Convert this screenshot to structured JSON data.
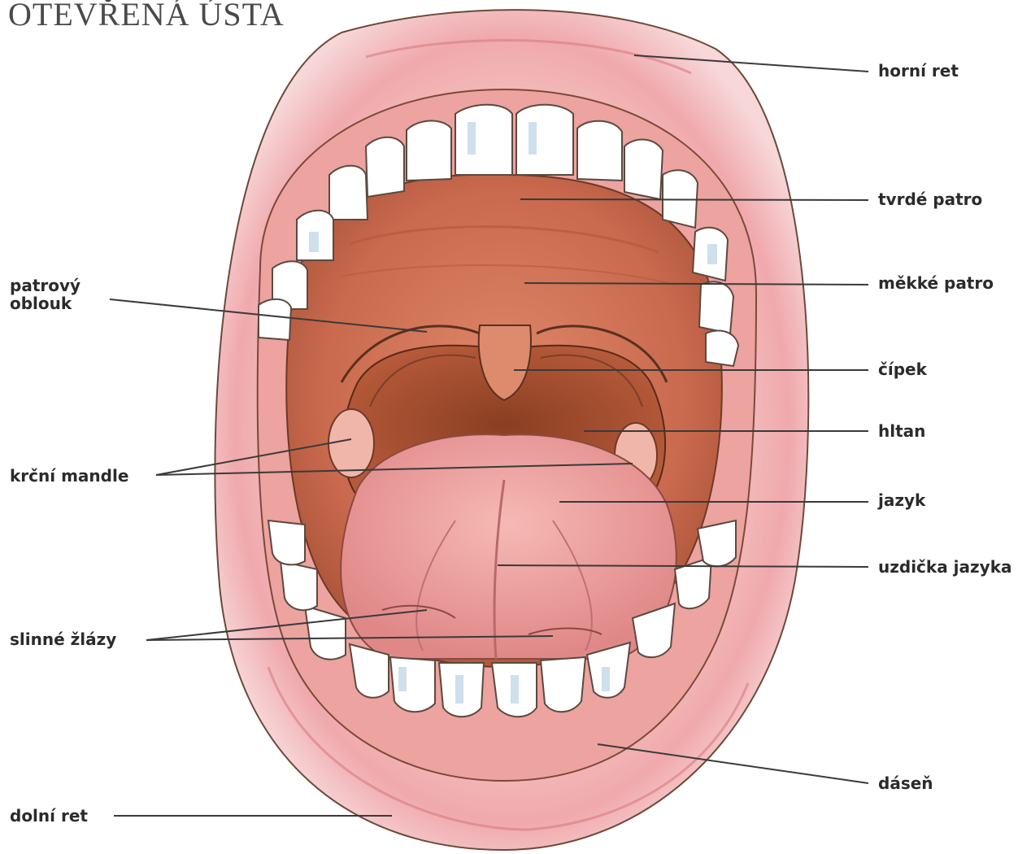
{
  "title": "OTEVŘENÁ ÚSTA",
  "labels": {
    "horni_ret": "horní ret",
    "tvrde_patro": "tvrdé patro",
    "mekke_patro": "měkké patro",
    "patrovy_oblouk_1": "patrový",
    "patrovy_oblouk_2": "oblouk",
    "cipek": "čípek",
    "hltan": "hltan",
    "krcni_mandle": "krční mandle",
    "jazyk": "jazyk",
    "uzdicka_jazyka": "uzdička jazyka",
    "slinne_zlazy": "slinné žlázy",
    "dasen": "dáseň",
    "dolni_ret": "dolní ret"
  },
  "colors": {
    "lip": "#f3b0b2",
    "lip_dark": "#e58d93",
    "cavity": "#c96a4e",
    "cavity_dark": "#9e4a30",
    "tongue": "#ea9a9c",
    "tooth": "#ffffff",
    "tooth_shade": "#b9d3e3",
    "leader": "#3a3a3a"
  }
}
